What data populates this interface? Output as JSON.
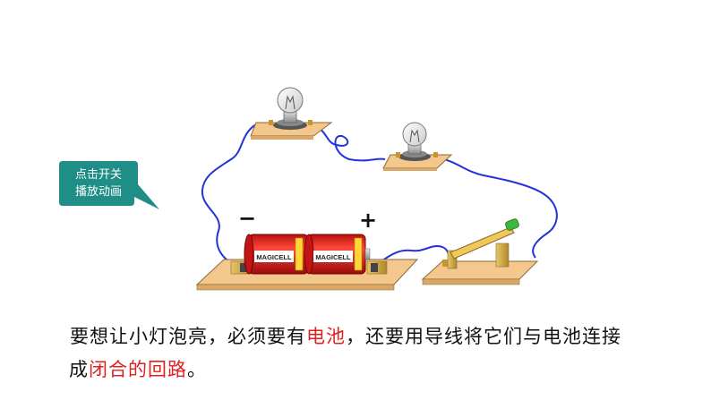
{
  "callout": {
    "line1": "点击开关",
    "line2": "播放动画"
  },
  "battery": {
    "negative_sign": "−",
    "positive_sign": "+",
    "cell_label_1": "MAGICELL",
    "cell_label_2": "MAGICELL"
  },
  "caption": {
    "line1_part1": "要想让小灯泡亮，必须要有",
    "line1_highlight": "电池",
    "line1_part2": "，还要用导线将它们与电池连接",
    "line2_part1": "成",
    "line2_highlight": "闭合的回路",
    "line2_part2": "。"
  },
  "colors": {
    "wire": "#2433d8",
    "board": "#f4c78c",
    "battery_red": "#d91a1a",
    "callout_bg": "#1e8e86",
    "highlight": "#e02020"
  }
}
